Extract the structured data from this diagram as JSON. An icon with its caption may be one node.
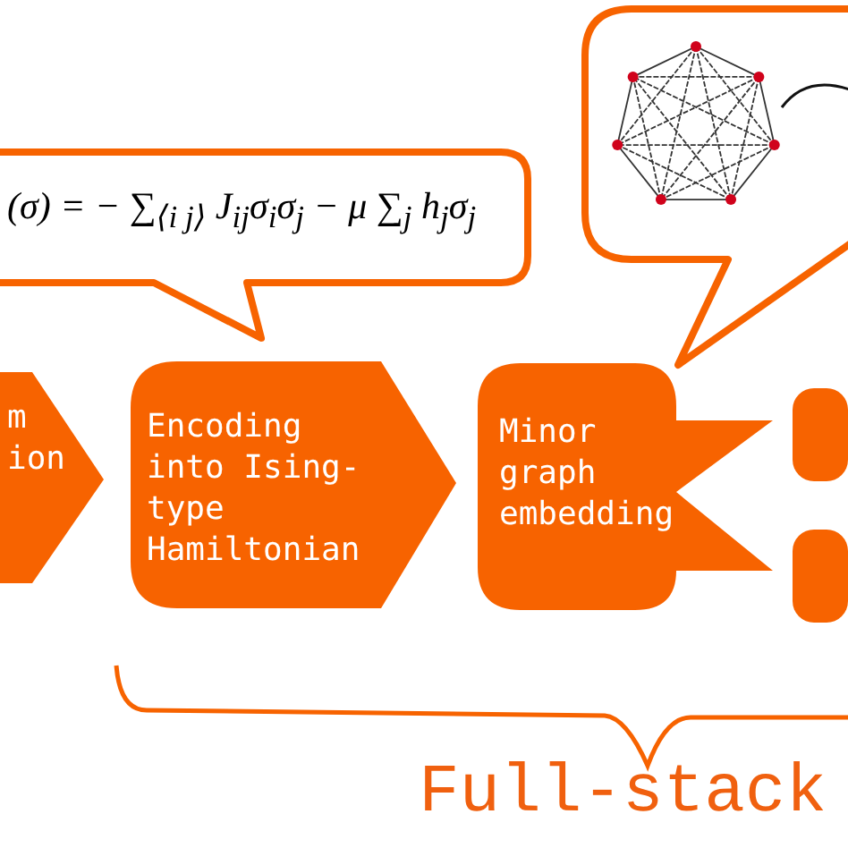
{
  "diagram": {
    "nodes": [
      {
        "text": [
          "m ion"
        ]
      },
      {
        "text": [
          "Encoding into Ising-type Hamiltonian"
        ]
      },
      {
        "text": [
          "Minor graph embedding"
        ]
      },
      {
        "text": [],
        "shape": "box"
      },
      {
        "text": [],
        "shape": "box"
      },
      {
        "text": [
          "(σ) = − ∑$_{⟨i j⟩}$ J$_{ij}$σ$_{i}$σ$_{j}$ − μ ∑$_{j}$ h$_{j}$σ$_{j}$"
        ]
      },
      {
        "text": [],
        "shape": "bubble"
      },
      {
        "text": [],
        "shape": "picture",
        "in": 6
      }
    ],
    "labels": [
      "Full-stack"
    ]
  }
}
